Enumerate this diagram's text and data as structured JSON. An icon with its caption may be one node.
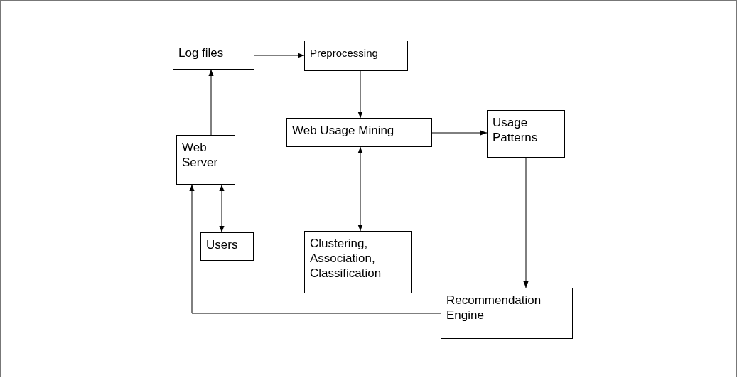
{
  "diagram": {
    "nodes": [
      {
        "text": [
          "Log files"
        ]
      },
      {
        "text": [
          "Preprocessing"
        ]
      },
      {
        "text": [
          "Web Usage Mining"
        ]
      },
      {
        "text": [
          "Usage Patterns"
        ]
      },
      {
        "text": [
          "Web Server"
        ]
      },
      {
        "text": [
          "Users"
        ]
      },
      {
        "text": [
          "Clustering, Association, Classification"
        ]
      },
      {
        "text": [
          "Recommendation Engine"
        ]
      }
    ],
    "edges": [
      {
        "from": 0,
        "to": 1,
        "arrow": "to"
      },
      {
        "from": 1,
        "to": 2,
        "arrow": "to"
      },
      {
        "from": 2,
        "to": 3,
        "arrow": "to"
      },
      {
        "from": 4,
        "to": 0,
        "arrow": "to"
      },
      {
        "from": 4,
        "to": 5,
        "arrow": "both"
      },
      {
        "from": 2,
        "to": 6,
        "arrow": "both"
      },
      {
        "from": 3,
        "to": 7,
        "arrow": "to"
      },
      {
        "from": 7,
        "to": 4,
        "arrow": "to"
      }
    ]
  }
}
